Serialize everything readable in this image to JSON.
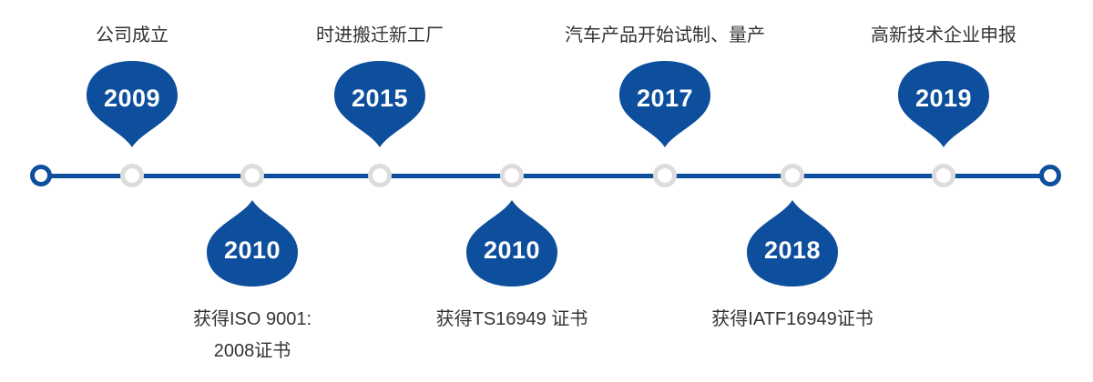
{
  "colors": {
    "primary_blue": "#0d4f9d",
    "node_ring_gray": "#dcdcdc",
    "label_text": "#333333",
    "year_text": "#ffffff",
    "background": "#ffffff"
  },
  "timeline": {
    "type": "horizontal-alternating",
    "events": [
      {
        "year": "2009",
        "label": "公司成立",
        "side": "top"
      },
      {
        "year": "2010",
        "label": "获得ISO 9001:\n2008证书",
        "side": "bottom"
      },
      {
        "year": "2015",
        "label": "时进搬迁新工厂",
        "side": "top"
      },
      {
        "year": "2010",
        "label": "获得TS16949 证书",
        "side": "bottom"
      },
      {
        "year": "2017",
        "label": "汽车产品开始试制、量产",
        "side": "top"
      },
      {
        "year": "2018",
        "label": "获得IATF16949证书",
        "side": "bottom"
      },
      {
        "year": "2019",
        "label": "高新技术企业申报",
        "side": "top"
      }
    ]
  }
}
